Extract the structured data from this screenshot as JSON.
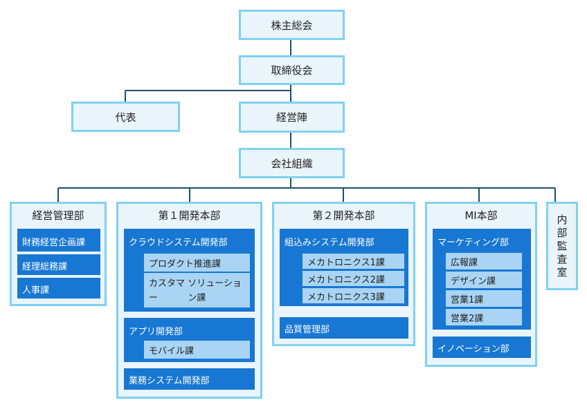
{
  "top": {
    "shareholders": "株主総会",
    "board": "取締役会",
    "representative": "代表",
    "management": "経営陣",
    "company_org": "会社組織"
  },
  "departments": {
    "keiei": {
      "title": "経営管理部",
      "sections": [
        "財務経営企画課",
        "経理総務課",
        "人事課"
      ]
    },
    "dai1": {
      "title": "第１開発本部",
      "cloud": {
        "label": "クラウドシステム開発部",
        "items": [
          "プロダクト推進課",
          "カスタマー",
          "ソリューション課"
        ]
      },
      "app": {
        "label": "アプリ開発部",
        "items": [
          "モバイル課"
        ]
      },
      "business": {
        "label": "業務システム開発部"
      }
    },
    "dai2": {
      "title": "第２開発本部",
      "embedded": {
        "label": "組込みシステム開発部",
        "items": [
          "メカトロニクス1課",
          "メカトロニクス2課",
          "メカトロニクス3課"
        ]
      },
      "quality": {
        "label": "品質管理部"
      }
    },
    "mi": {
      "title": "MI本部",
      "marketing": {
        "label": "マーケティング部",
        "items": [
          "広報課",
          "デザイン課",
          "営業1課",
          "営業2課"
        ]
      },
      "innovation": {
        "label": "イノベーション部"
      }
    },
    "audit": {
      "chars": [
        "内",
        "部",
        "監",
        "査",
        "室"
      ]
    }
  },
  "colors": {
    "line": "#1f4e6b",
    "border": "#7fd1f2",
    "fill": "#eaf4fb",
    "blue": "#1877d2",
    "light": "#a9d4f4"
  }
}
